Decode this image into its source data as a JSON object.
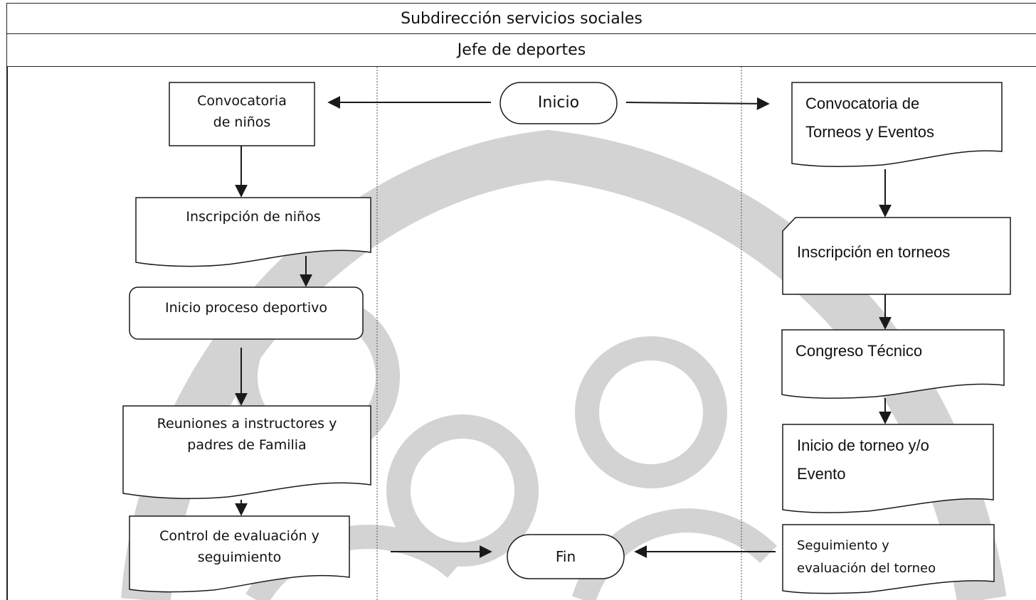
{
  "header": {
    "row1": "Subdirección servicios sociales",
    "row2": "Jefe de deportes"
  },
  "nodes": {
    "inicio": "Inicio",
    "fin": "Fin",
    "convocatoria_ninos": "Convocatoria\nde niños",
    "inscripcion_ninos": "Inscripción de niños",
    "inicio_proceso": "Inicio proceso deportivo",
    "reuniones": "Reuniones a instructores y\npadres de Familia",
    "control": "Control de evaluación y\nseguimiento",
    "convocatoria_torneos": "Convocatoria de\nTorneos y Eventos",
    "inscripcion_torneos": "Inscripción en torneos",
    "congreso": "Congreso Técnico",
    "inicio_torneo": "Inicio de torneo y/o\nEvento",
    "seguimiento_torneo": "Seguimiento y\nevaluación del torneo"
  },
  "colors": {
    "line": "#1a1a1a",
    "watermark": "#d3d3d3"
  }
}
